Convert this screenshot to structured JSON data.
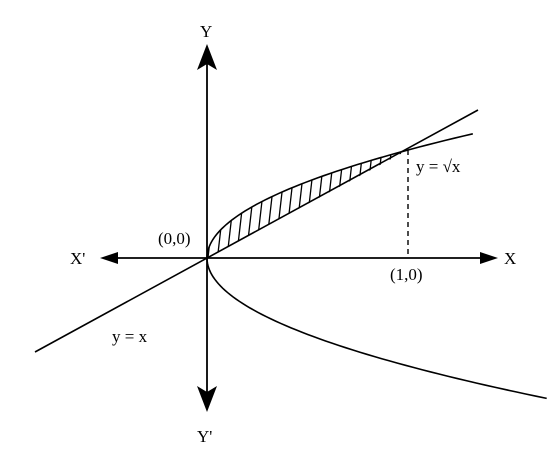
{
  "diagram": {
    "axis_labels": {
      "x_positive": "X",
      "x_negative": "X'",
      "y_positive": "Y",
      "y_negative": "Y'"
    },
    "point_labels": {
      "origin": "(0,0)",
      "unit_point": "(1,0)"
    },
    "curve_labels": {
      "parabola": "y = √x",
      "line": "y = x"
    },
    "curves": {
      "parabola_equation": "y^2 = x",
      "line_equation": "y = x"
    },
    "shaded_region": {
      "description_from_x": 0,
      "description_to_x": 1,
      "style": "hatched"
    },
    "colors": {
      "stroke": "#000000",
      "background": "#ffffff"
    }
  }
}
